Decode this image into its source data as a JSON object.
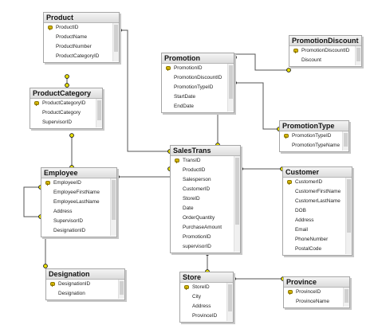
{
  "tables": [
    {
      "name": "Product",
      "columns": [
        "ProductID",
        "ProductName",
        "ProductNumber",
        "ProductCategoryID"
      ],
      "keys": [
        0
      ]
    },
    {
      "name": "ProductCategory",
      "columns": [
        "ProductCategoryID",
        "ProductCategory",
        "SupervisorID"
      ],
      "keys": [
        0
      ]
    },
    {
      "name": "Employee",
      "columns": [
        "EmployeeID",
        "EmployeeFirstName",
        "EmployeeLastName",
        "Address",
        "SupervisorID",
        "DesignationID"
      ],
      "keys": [
        0
      ]
    },
    {
      "name": "Designation",
      "columns": [
        "DesignationID",
        "Designation"
      ],
      "keys": [
        0
      ]
    },
    {
      "name": "Promotion",
      "columns": [
        "PromotionID",
        "PromotionDiscountID",
        "PromotionTypeID",
        "StartDate",
        "EndDate"
      ],
      "keys": [
        0
      ]
    },
    {
      "name": "PromotionDiscount",
      "columns": [
        "PromotionDiscountID",
        "Discount"
      ],
      "keys": [
        0
      ]
    },
    {
      "name": "PromotionType",
      "columns": [
        "PromotionTypeID",
        "PromotionTypeName"
      ],
      "keys": [
        0
      ]
    },
    {
      "name": "SalesTrans",
      "columns": [
        "TransID",
        "ProductID",
        "Salesperson",
        "CustomerID",
        "StoreID",
        "Date",
        "OrderQuantity",
        "PurchaseAmount",
        "PromotionID",
        "supervisorID"
      ],
      "keys": [
        0
      ]
    },
    {
      "name": "Customer",
      "columns": [
        "CustomerID",
        "CustomerFirstName",
        "CustomerLastName",
        "DOB",
        "Address",
        "Email",
        "PhoneNumber",
        "PostalCode"
      ],
      "keys": [
        0
      ]
    },
    {
      "name": "Store",
      "columns": [
        "StoreID",
        "City",
        "Address",
        "ProvinceID"
      ],
      "keys": [
        0
      ]
    },
    {
      "name": "Province",
      "columns": [
        "ProvinceID",
        "ProvinceName"
      ],
      "keys": [
        0
      ]
    }
  ],
  "relationships": [
    {
      "from": "Product",
      "to": "SalesTrans"
    },
    {
      "from": "ProductCategory",
      "to": "Product"
    },
    {
      "from": "Employee",
      "to": "ProductCategory"
    },
    {
      "from": "Employee",
      "to": "Employee"
    },
    {
      "from": "Designation",
      "to": "Employee"
    },
    {
      "from": "Employee",
      "to": "SalesTrans"
    },
    {
      "from": "Promotion",
      "to": "SalesTrans"
    },
    {
      "from": "PromotionDiscount",
      "to": "Promotion"
    },
    {
      "from": "PromotionType",
      "to": "Promotion"
    },
    {
      "from": "Customer",
      "to": "SalesTrans"
    },
    {
      "from": "Store",
      "to": "SalesTrans"
    },
    {
      "from": "Province",
      "to": "Store"
    }
  ],
  "colors": {
    "key": "#d6b800",
    "endpoint": "#e8df00",
    "line": "#555555",
    "selection": "#000000"
  }
}
